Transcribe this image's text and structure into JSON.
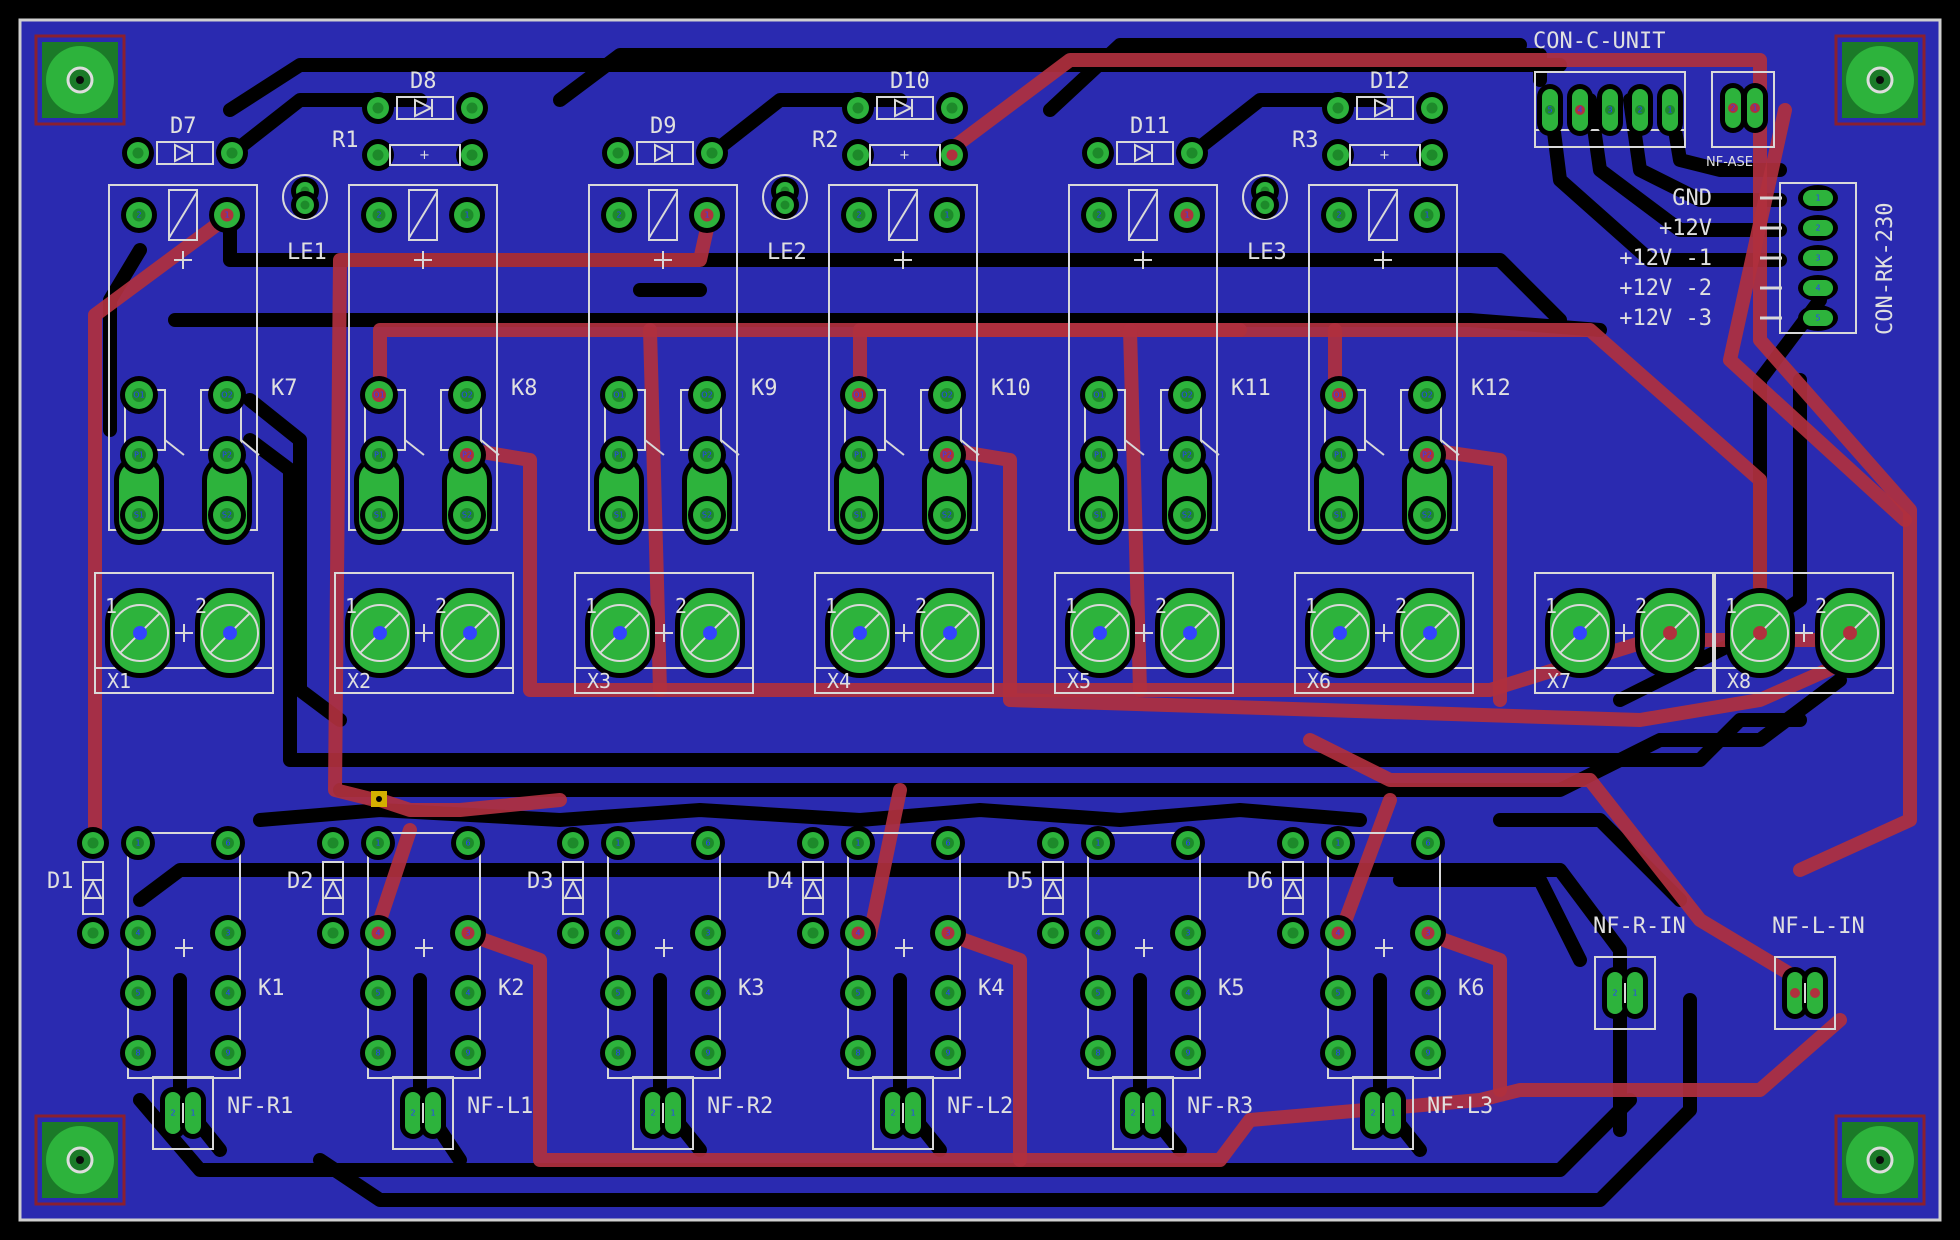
{
  "colors": {
    "background": "#000000",
    "board": "#2a2ab0",
    "top_copper": "#b0303e",
    "pad": "#2db33c",
    "silkscreen": "#d9d9d9",
    "via": "#d4b000"
  },
  "mounting_hole_icon": "mounting-hole-icon",
  "diodes_top": [
    {
      "label": "D7"
    },
    {
      "label": "D8"
    },
    {
      "label": "D9"
    },
    {
      "label": "D10"
    },
    {
      "label": "D11"
    },
    {
      "label": "D12"
    }
  ],
  "resistors": [
    {
      "label": "R1"
    },
    {
      "label": "R2"
    },
    {
      "label": "R3"
    }
  ],
  "leds": [
    {
      "label": "LE1"
    },
    {
      "label": "LE2"
    },
    {
      "label": "LE3"
    }
  ],
  "relays_top": [
    {
      "label": "K7"
    },
    {
      "label": "K8"
    },
    {
      "label": "K9"
    },
    {
      "label": "K10"
    },
    {
      "label": "K11"
    },
    {
      "label": "K12"
    }
  ],
  "relay_pin_labels": [
    "O1",
    "O2",
    "P1",
    "P2",
    "S1",
    "S2"
  ],
  "coil_pin_labels": [
    "2",
    "1"
  ],
  "terminals": [
    {
      "label": "X1"
    },
    {
      "label": "X2"
    },
    {
      "label": "X3"
    },
    {
      "label": "X4"
    },
    {
      "label": "X5"
    },
    {
      "label": "X6"
    },
    {
      "label": "X7"
    },
    {
      "label": "X8"
    }
  ],
  "terminal_pin_labels": [
    "1",
    "2"
  ],
  "diodes_bottom": [
    {
      "label": "D1"
    },
    {
      "label": "D2"
    },
    {
      "label": "D3"
    },
    {
      "label": "D4"
    },
    {
      "label": "D5"
    },
    {
      "label": "D6"
    }
  ],
  "relays_bottom": [
    {
      "label": "K1"
    },
    {
      "label": "K2"
    },
    {
      "label": "K3"
    },
    {
      "label": "K4"
    },
    {
      "label": "K5"
    },
    {
      "label": "K6"
    }
  ],
  "relay_bottom_pin_labels": [
    "1",
    "6",
    "4",
    "3",
    "5",
    "4",
    "8",
    "9"
  ],
  "connectors_bottom": [
    {
      "label": "NF-R1"
    },
    {
      "label": "NF-L1"
    },
    {
      "label": "NF-R2"
    },
    {
      "label": "NF-L2"
    },
    {
      "label": "NF-R3"
    },
    {
      "label": "NF-L3"
    }
  ],
  "two_pin_labels": [
    "2",
    "1"
  ],
  "con_c_unit": {
    "label": "CON-C-UNIT",
    "pins": [
      "5",
      "4",
      "3",
      "2",
      "1"
    ]
  },
  "nf_ase": {
    "label": "NF-ASE",
    "pins": [
      "2",
      "1"
    ]
  },
  "con_rk": {
    "label": "CON-RK-230",
    "pin_labels": [
      "GND",
      "+12V",
      "+12V -1",
      "+12V -2",
      "+12V -3"
    ],
    "pins": [
      "1",
      "2",
      "3",
      "4",
      "5"
    ]
  },
  "nf_r_in": {
    "label": "NF-R-IN",
    "pins": [
      "2",
      "1"
    ]
  },
  "nf_l_in": {
    "label": "NF-L-IN",
    "pins": [
      "2",
      "1"
    ]
  }
}
